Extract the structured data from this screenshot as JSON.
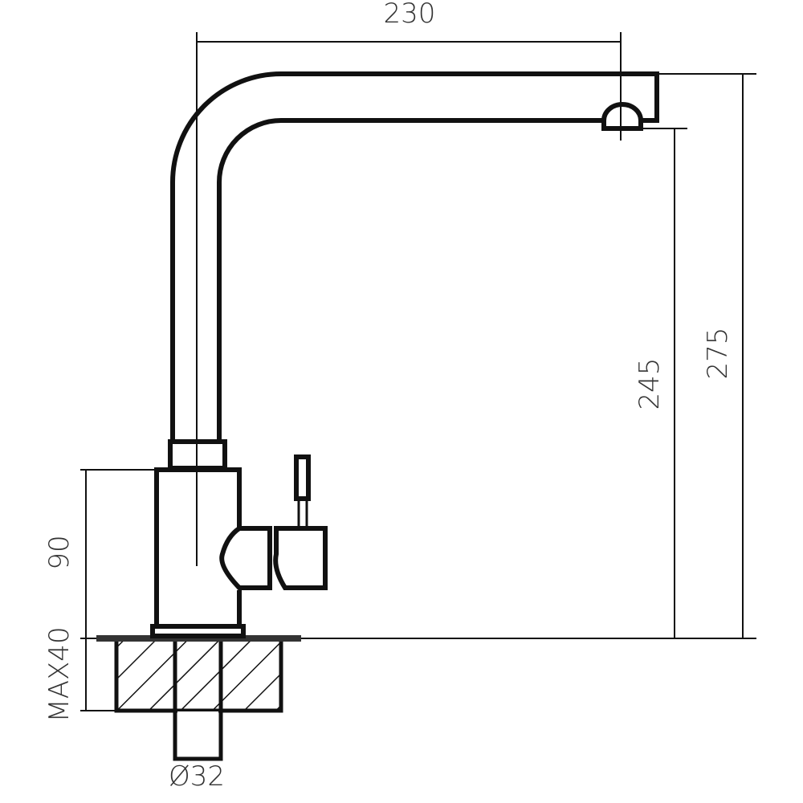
{
  "diagram": {
    "subject": "faucet",
    "dimensions": {
      "spout_reach": "230",
      "total_height": "275",
      "spout_height": "245",
      "body_height": "90",
      "max_countertop": "MAX40",
      "hole_diameter": "Ø32"
    },
    "colors": {
      "line": "#111111",
      "text": "#333333"
    }
  }
}
